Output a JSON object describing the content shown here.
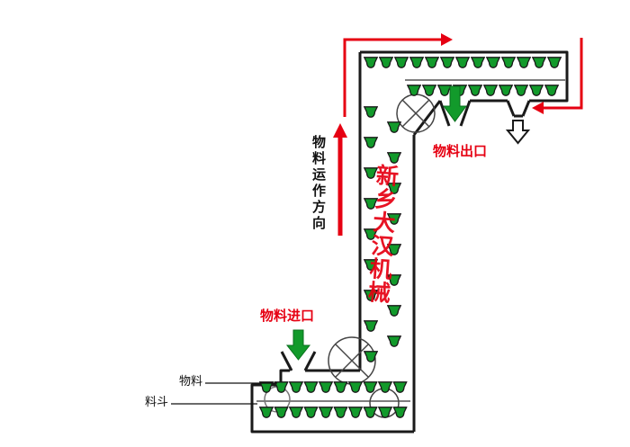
{
  "colors": {
    "accent_red": "#e60012",
    "bucket_green": "#129a2b",
    "outline_black": "#1a1a1a"
  },
  "labels": {
    "flow_direction": "物料运作方向",
    "outlet": "物料出口",
    "inlet": "物料进口",
    "watermark": "新乡大汉机械",
    "material": "物料",
    "bucket": "料斗"
  }
}
